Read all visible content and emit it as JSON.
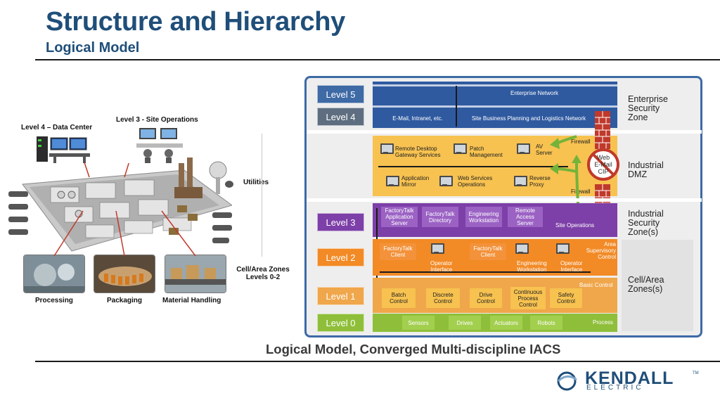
{
  "header": {
    "title": "Structure and Hierarchy",
    "subtitle": "Logical Model"
  },
  "illustration": {
    "label_datacenter": "Level 4 – Data Center",
    "label_site_ops": "Level 3 - Site Operations",
    "label_utilities": "Utilities",
    "label_cell_area_1": "Cell/Area Zones",
    "label_cell_area_2": "Levels 0-2",
    "photo_labels": [
      "Processing",
      "Packaging",
      "Material Handling"
    ]
  },
  "levels": [
    "Level 5",
    "Level 4",
    "Level 3",
    "Level 2",
    "Level 1",
    "Level 0"
  ],
  "zones": {
    "enterprise": [
      "Enterprise",
      "Security",
      "Zone"
    ],
    "dmz": [
      "Industrial",
      "DMZ"
    ],
    "industrial": [
      "Industrial",
      "Security",
      "Zone(s)"
    ],
    "cell": [
      "Cell/Area",
      "Zones(s)"
    ]
  },
  "enterprise": {
    "network": "Enterprise Network",
    "email": "E-Mail, Intranet, etc.",
    "planning": "Site Business Planning and Logistics Network"
  },
  "dmz": {
    "firewall_top": "Firewall",
    "firewall_bottom": "Firewall",
    "remote_desktop": [
      "Remote Desktop",
      "Gateway Services"
    ],
    "patch": [
      "Patch",
      "Management"
    ],
    "av": [
      "AV",
      "Server"
    ],
    "app_mirror": [
      "Application",
      "Mirror"
    ],
    "web_services": [
      "Web Services",
      "Operations"
    ],
    "reverse_proxy": [
      "Reverse",
      "Proxy"
    ],
    "blocked": [
      "Web",
      "E-Mail",
      "CIP"
    ]
  },
  "level3": {
    "boxes": [
      [
        "FactoryTalk",
        "Application",
        "Server"
      ],
      [
        "FactoryTalk",
        "Directory"
      ],
      [
        "Engineering",
        "Workstation"
      ],
      [
        "Remote",
        "Access",
        "Server"
      ]
    ],
    "label": "Site Operations"
  },
  "level2": {
    "client_1": [
      "FactoryTalk",
      "Client"
    ],
    "client_2": [
      "FactoryTalk",
      "Client"
    ],
    "op_iface_1": [
      "Operator",
      "Interface"
    ],
    "eng_ws": [
      "Engineering",
      "Workstation"
    ],
    "op_iface_2": [
      "Operator",
      "Interface"
    ],
    "area_sup": [
      "Area",
      "Supervisory",
      "Control"
    ]
  },
  "level1": {
    "basic_control": "Basic Control",
    "boxes": [
      [
        "Batch",
        "Control"
      ],
      [
        "Discrete",
        "Control"
      ],
      [
        "Drive",
        "Control"
      ],
      [
        "Continuous",
        "Process",
        "Control"
      ],
      [
        "Safety",
        "Control"
      ]
    ]
  },
  "level0": {
    "items": [
      "Sensors",
      "Drives",
      "Actuators",
      "Robots"
    ],
    "process": "Process"
  },
  "caption": "Logical Model,  Converged Multi-discipline IACS",
  "logo": {
    "name": "KENDALL",
    "sub": "ELECTRIC",
    "tm": "TM"
  },
  "colors": {
    "title": "#1f4e79",
    "enterprise_band": "#2f5aa0",
    "dmz_band": "#f7c250",
    "level3_band": "#7d3fa8",
    "level2_band": "#f28a26",
    "level1_band": "#f0a64a",
    "level0_band": "#8fbf3a",
    "firewall": "#c0392b"
  }
}
